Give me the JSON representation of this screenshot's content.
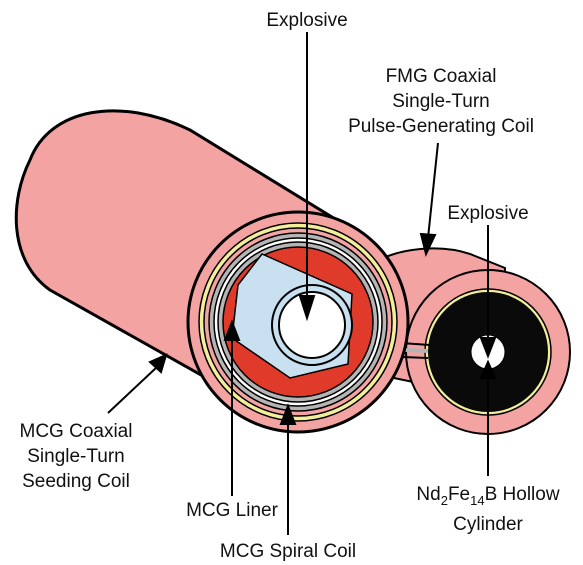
{
  "labels": {
    "explosive_top": "Explosive",
    "fmg_line1": "FMG Coaxial",
    "fmg_line2": "Single-Turn",
    "fmg_line3": "Pulse-Generating Coil",
    "explosive_right": "Explosive",
    "mcg_seed_line1": "MCG Coaxial",
    "mcg_seed_line2": "Single-Turn",
    "mcg_seed_line3": "Seeding Coil",
    "mcg_liner": "MCG Liner",
    "mcg_spiral": "MCG Spiral Coil",
    "ndfeb_main1": "Nd",
    "ndfeb_sub1": "2",
    "ndfeb_main2": "Fe",
    "ndfeb_sub2": "14",
    "ndfeb_main3": "B Hollow",
    "ndfeb_line2": "Cylinder"
  },
  "colors": {
    "coil_pink": "#f4a3a3",
    "liner_red": "#e03a2a",
    "explosive_blue": "#c9e0f0",
    "magnet_black": "#0a0a0a",
    "insulator_yellow": "#f2ee9a",
    "metal_gray": "#b5b5b5",
    "outline": "#000000"
  }
}
